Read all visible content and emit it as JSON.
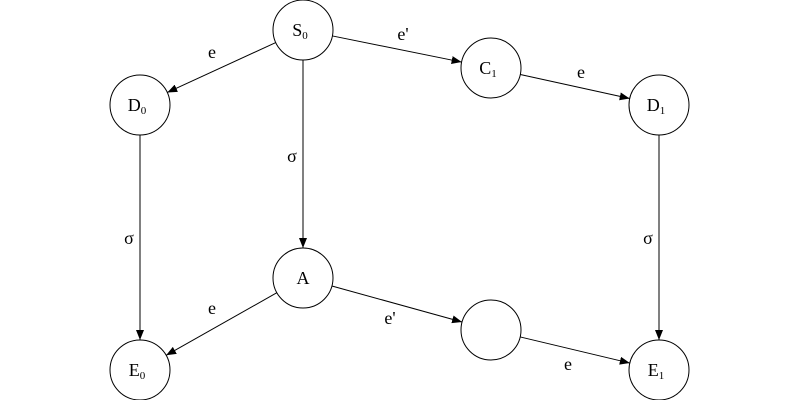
{
  "diagram": {
    "nodes": [
      {
        "id": "S0",
        "main": "S",
        "sub": "0"
      },
      {
        "id": "D0",
        "main": "D",
        "sub": "0"
      },
      {
        "id": "C1",
        "main": "C",
        "sub": "1"
      },
      {
        "id": "D1",
        "main": "D",
        "sub": "1"
      },
      {
        "id": "A",
        "main": "A",
        "sub": ""
      },
      {
        "id": "X",
        "main": "",
        "sub": ""
      },
      {
        "id": "E0",
        "main": "E",
        "sub": "0"
      },
      {
        "id": "E1",
        "main": "E",
        "sub": "1"
      }
    ],
    "edges": [
      {
        "from": "S0",
        "to": "D0",
        "label": "e"
      },
      {
        "from": "S0",
        "to": "C1",
        "label": "e'"
      },
      {
        "from": "C1",
        "to": "D1",
        "label": "e"
      },
      {
        "from": "S0",
        "to": "A",
        "label": "σ"
      },
      {
        "from": "D0",
        "to": "E0",
        "label": "σ"
      },
      {
        "from": "D1",
        "to": "E1",
        "label": "σ"
      },
      {
        "from": "A",
        "to": "E0",
        "label": "e"
      },
      {
        "from": "A",
        "to": "X",
        "label": "e'"
      },
      {
        "from": "X",
        "to": "E1",
        "label": "e"
      }
    ]
  }
}
